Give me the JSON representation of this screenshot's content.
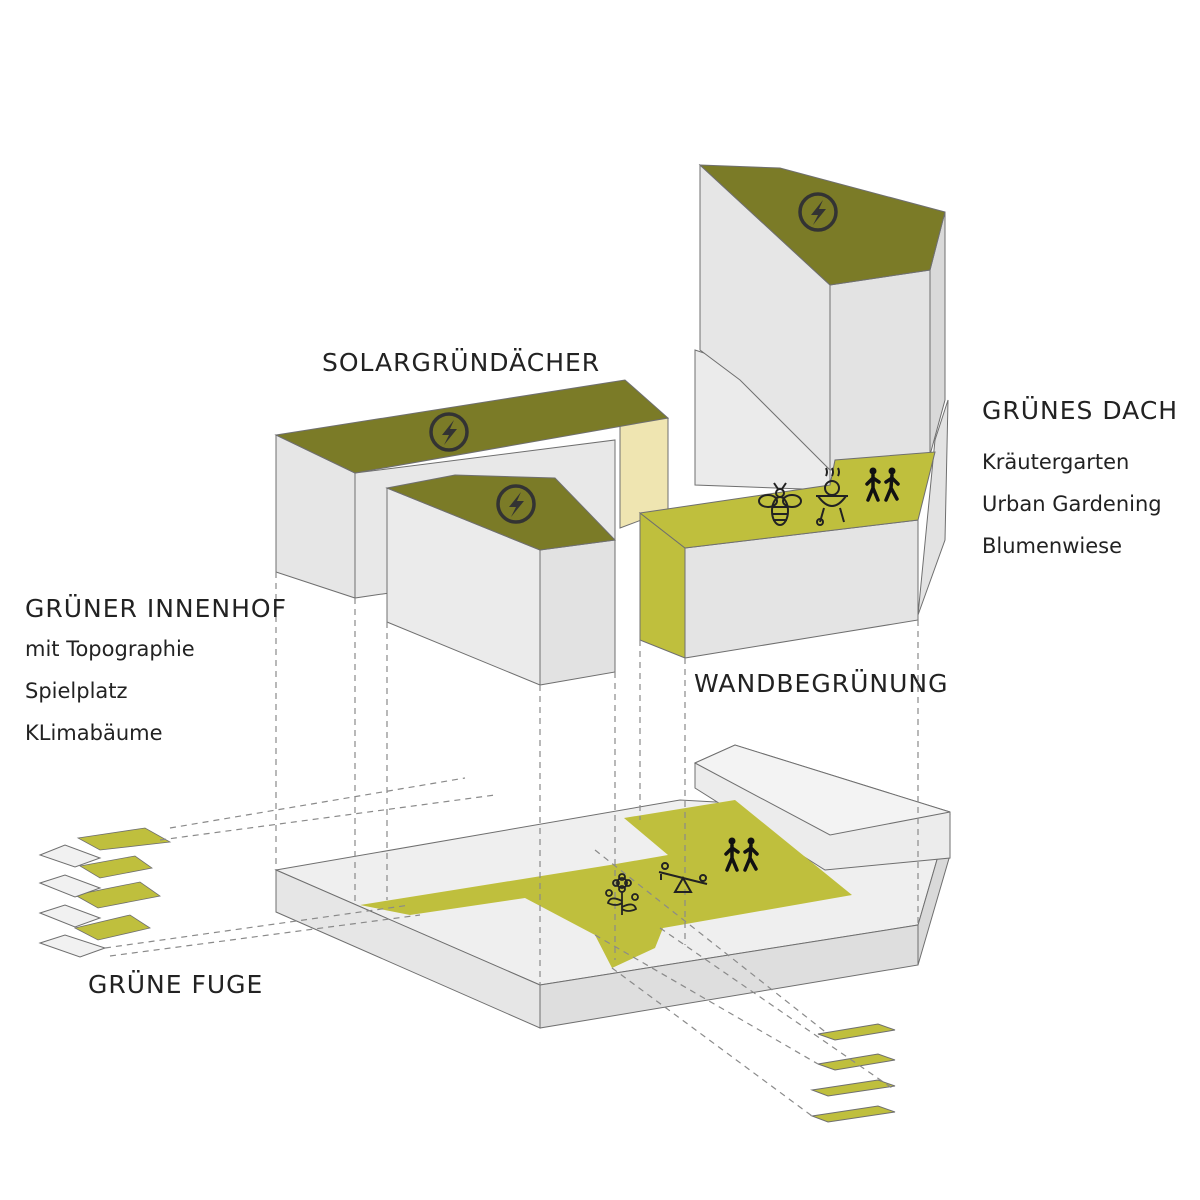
{
  "labels": {
    "solar_roofs": "SOLARGRÜNDÄCHER",
    "green_roof": {
      "title": "GRÜNES DACH",
      "items": [
        "Kräutergarten",
        "Urban Gardening",
        "Blumenwiese"
      ]
    },
    "courtyard": {
      "title": "GRÜNER INNENHOF",
      "items": [
        "mit Topographie",
        "Spielplatz",
        "KLimabäume"
      ]
    },
    "wall_greening": "WANDBEGRÜNUNG",
    "green_joint": "GRÜNE FUGE"
  },
  "colors": {
    "roof_green": "#7b7b27",
    "lime": "#bfbf3d",
    "pale_yellow": "#efe5b1",
    "wall_light": "#e6e6e6",
    "wall_dark": "#d7d7d7",
    "edge": "#6f6f6f",
    "icon": "#333333"
  },
  "icons": [
    "lightning-icon",
    "bee-icon",
    "grill-icon",
    "people-icon",
    "seesaw-icon",
    "flower-icon"
  ]
}
